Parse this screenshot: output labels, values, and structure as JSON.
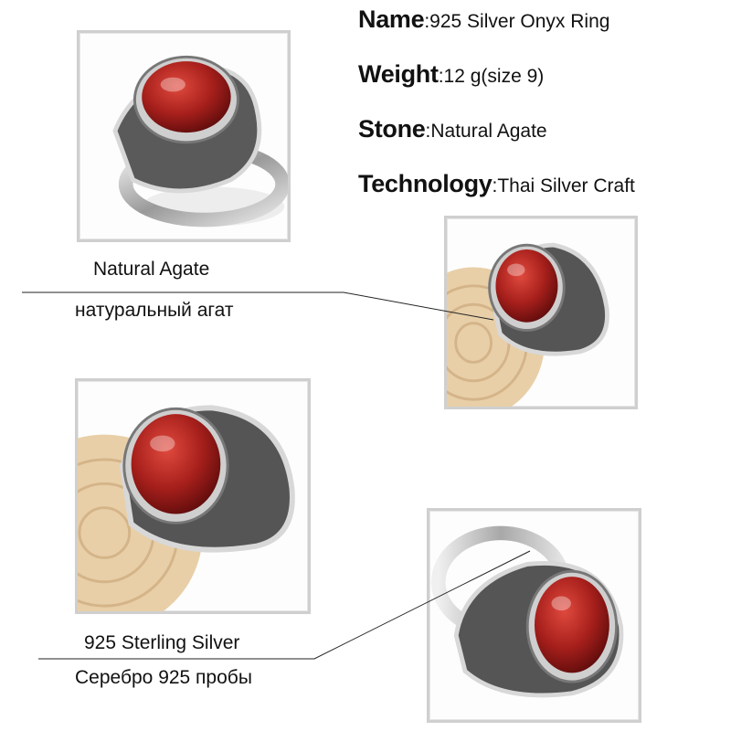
{
  "specs": {
    "name": {
      "key": "Name",
      "value": ":925 Silver Onyx Ring"
    },
    "weight": {
      "key": "Weight",
      "value": ":12 g(size 9)"
    },
    "stone": {
      "key": "Stone",
      "value": ":Natural Agate"
    },
    "technology": {
      "key": "Technology",
      "value": ":Thai Silver Craft"
    }
  },
  "callouts": {
    "stone_en": "Natural Agate",
    "stone_ru": "натуральный агат",
    "metal_en": "925 Sterling Silver",
    "metal_ru": "Серебро 925 пробы"
  },
  "colors": {
    "stone": "#9c1a1a",
    "silver": "#c9c9c9",
    "wood": "#e8cfa8",
    "frame_border": "#cfcfcf"
  }
}
